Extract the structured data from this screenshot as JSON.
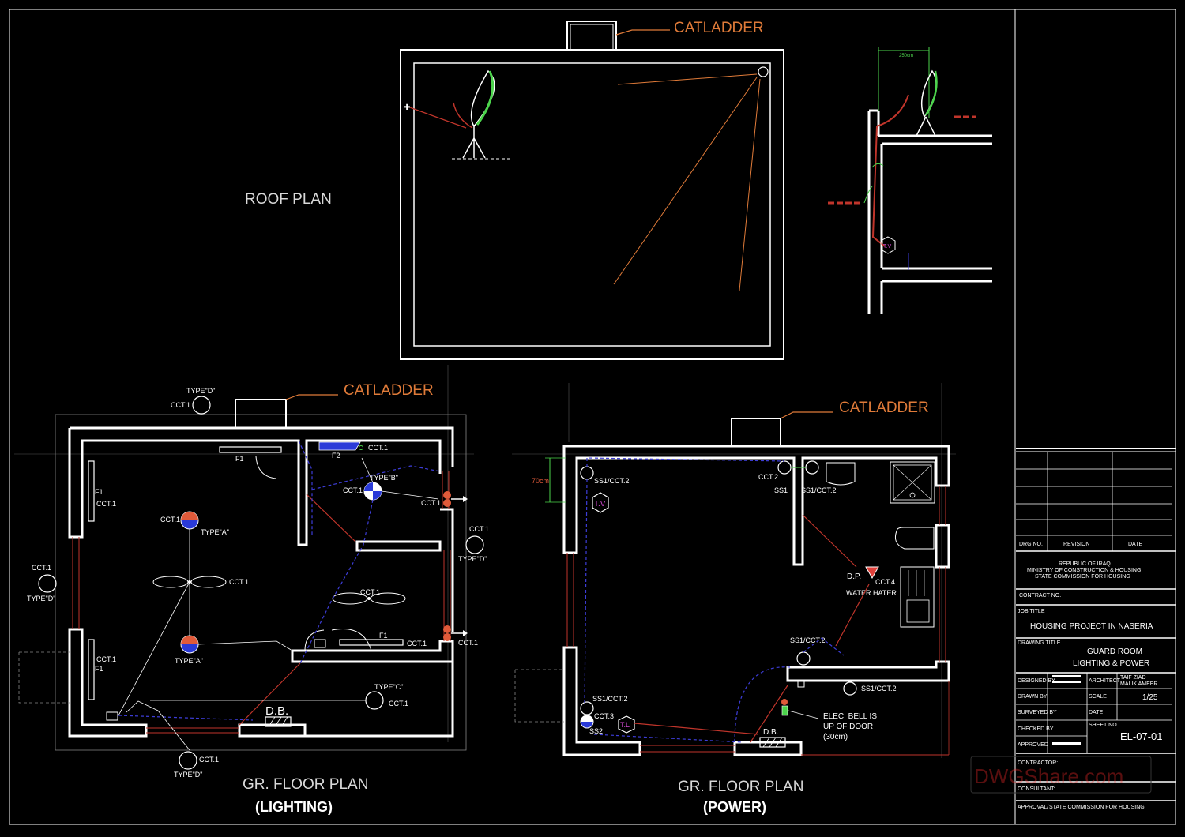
{
  "labels": {
    "catladder": "CATLADDER",
    "roof_plan": "ROOF PLAN",
    "gr_floor_plan": "GR. FLOOR PLAN",
    "lighting": "(LIGHTING)",
    "power": "(POWER)",
    "db": "D.B.",
    "type_a": "TYPE\"A\"",
    "type_b": "TYPE\"B\"",
    "type_c": "TYPE\"C\"",
    "type_d": "TYPE\"D\"",
    "cct1": "CCT.1",
    "cct2": "CCT.2",
    "cct3": "CCT.3",
    "cct4": "CCT.4",
    "f1": "F1",
    "f2": "F2",
    "ss1_cct2": "SS1/CCT.2",
    "ss1": "SS1",
    "ss2": "SS2",
    "tv": "T.V",
    "tl": "T.L",
    "dp": "D.P.",
    "water_heater": "WATER HATER",
    "bell_line1": "ELEC. BELL  IS",
    "bell_line2": "UP OF DOOR",
    "bell_line3": "(30cm)",
    "dim_70": "70cm",
    "dim_250": "250cm"
  },
  "title_block": {
    "drg_no": "DRG NO.",
    "revision": "REVISION",
    "date": "DATE",
    "client_line1": "REPUBLIC OF IRAQ",
    "client_line2": "MINISTRY OF CONSTRUCTION & HOUSING",
    "client_line3": "STATE COMMISSION FOR  HOUSING",
    "contract_no": "CONTRACT  NO.",
    "job_title_label": "JOB TITLE",
    "job_title": "HOUSING PROJECT IN NASERIA",
    "drawing_title_label": "DRAWING TITLE",
    "drawing_title_1": "GUARD ROOM",
    "drawing_title_2": "LIGHTING & POWER",
    "designed_by": "DESIGNED BY",
    "architect": "ARCHITECT",
    "architect_name": "TAIF ZIAD",
    "architect_name2": "MALIK  AMEER",
    "drawn_by": "DRAWN BY",
    "scale_label": "SCALE",
    "scale": "1/25",
    "surveyed_by": "SURVEYED BY",
    "date_label": "DATE",
    "checked_by": "CHECKED BY",
    "sheet_no": "SHEET NO.",
    "sheet_value": "EL-07-01",
    "approved": "APPROVED",
    "contractor": "CONTRACTOR:",
    "consultant": "CONSULTANT:",
    "approval": "APPROVAL/",
    "approval_value": "STATE COMMISSION FOR  HOUSING"
  },
  "watermark": "DWGShare.com",
  "colors": {
    "background": "#000000",
    "wall": "#ffffff",
    "annotation_orange": "#e07b39",
    "circuit_red": "#c0352b",
    "circuit_blue": "#3d3dd8",
    "dish_green": "#4cd44c"
  }
}
